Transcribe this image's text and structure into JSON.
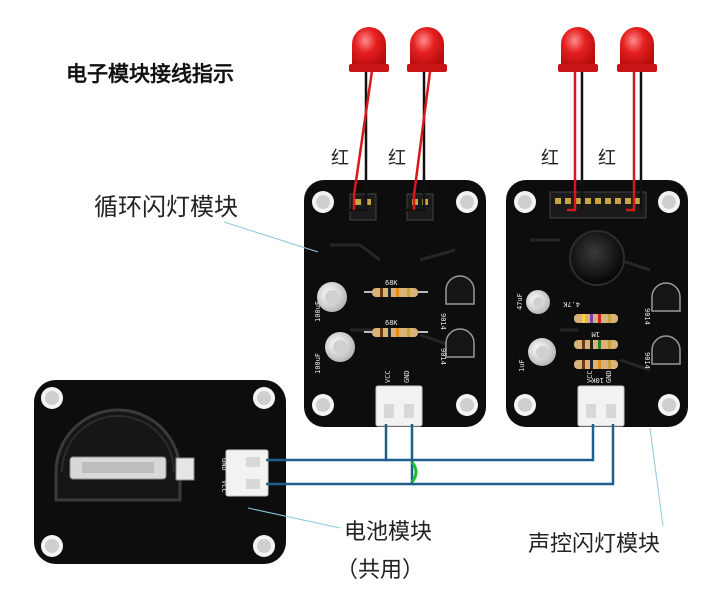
{
  "title": "电子模块接线指示",
  "labels": {
    "blink_module": "循环闪灯模块",
    "battery_module": "电池模块",
    "battery_shared": "（共用）",
    "sound_module": "声控闪灯模块",
    "red_wire": "红"
  },
  "silkscreen": {
    "blink_r1": "68K",
    "blink_r2": "68K",
    "blink_c1": "100uF",
    "blink_c2": "100uF",
    "blink_t1": "9014",
    "blink_t2": "9014",
    "blink_vcc": "VCC",
    "blink_gnd": "GND",
    "sound_r1": "4.7K",
    "sound_r2": "1M",
    "sound_r3": "10K",
    "sound_c1": "47uF",
    "sound_c2": "1uF",
    "sound_t1": "9014",
    "sound_t2": "9014",
    "sound_vcc": "VCC",
    "sound_gnd": "GND",
    "battery_gnd": "GND",
    "battery_vcc": "VCC"
  },
  "colors": {
    "pcb": "#0d0d0d",
    "led_red": "#e31e1e",
    "wire_red": "#d81919",
    "wire_black": "#111111",
    "wire_blue": "#1c5f8a",
    "wire_green": "#1bbd2f",
    "leader": "#8fc7dc",
    "connector": "#f2f2f2"
  }
}
